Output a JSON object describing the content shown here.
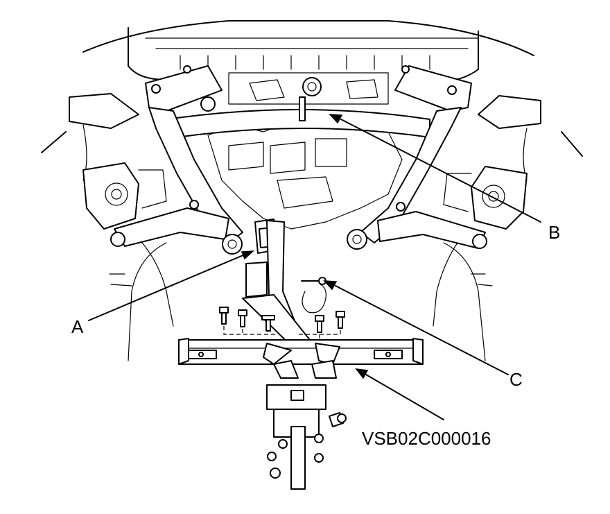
{
  "callouts": {
    "a": "A",
    "b": "B",
    "c": "C"
  },
  "figure_code": "VSB02C000016"
}
